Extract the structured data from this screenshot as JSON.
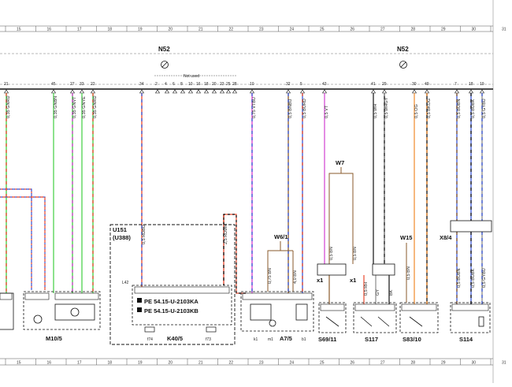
{
  "ruler": {
    "columns": [
      "15",
      "16",
      "17",
      "18",
      "19",
      "20",
      "21",
      "22",
      "23",
      "24",
      "25",
      "26",
      "27",
      "28",
      "29",
      "30",
      "31"
    ]
  },
  "bus": {
    "n52_left_label": "N52",
    "n52_right_label": "N52",
    "not_used_label": "Not used",
    "bus_pins_left": [
      "21",
      "45",
      "27",
      "33",
      "22",
      "34",
      "2",
      "4",
      "6",
      "8",
      "10",
      "16",
      "18",
      "20",
      "23",
      "25",
      "28"
    ],
    "bus_pins_right": [
      "10",
      "32",
      "5",
      "43",
      "41",
      "29",
      "30",
      "49",
      "7",
      "18",
      "19"
    ]
  },
  "colors": {
    "red": "#e8492e",
    "green": "#3fcf3f",
    "blue": "#3b57d6",
    "violet": "#d23fd2",
    "orange": "#f0892a",
    "gray": "#8a8a8a",
    "black": "#111111",
    "brown": "#8a5a2b"
  },
  "wires": [
    {
      "id": "w1",
      "label": "0,35 GNRD"
    },
    {
      "id": "w2",
      "label": "0,35 GNBN"
    },
    {
      "id": "w3",
      "label": "0,35 GNVT"
    },
    {
      "id": "w4",
      "label": "0,35 GNYE"
    },
    {
      "id": "w5",
      "label": "0,35 GNRD"
    },
    {
      "id": "w6",
      "label": "0,75 VTBU"
    },
    {
      "id": "w7",
      "label": "0,5 BNBU"
    },
    {
      "id": "w8",
      "label": "0,5 BURD"
    },
    {
      "id": "w9",
      "label": "0,5 VT"
    },
    {
      "id": "w10",
      "label": "0,5 WH"
    },
    {
      "id": "w11",
      "label": "0,5 WHGY"
    },
    {
      "id": "w12",
      "label": "0,5 OG"
    },
    {
      "id": "w13",
      "label": "0,5 BKOG"
    },
    {
      "id": "w14",
      "label": "0,5 BUBN"
    },
    {
      "id": "w15",
      "label": "0,5 BUBK"
    },
    {
      "id": "w16",
      "label": "0,5 GYBU"
    },
    {
      "id": "w17",
      "label": "0,5 RDBU"
    },
    {
      "id": "w18",
      "label": "2,5 RDWH"
    },
    {
      "id": "w19",
      "label": "0,75 BN"
    },
    {
      "id": "w20",
      "label": "4,0 BN"
    },
    {
      "id": "w21",
      "label": "0,5 BN"
    },
    {
      "id": "w22",
      "label": "0,5 BN"
    },
    {
      "id": "w23",
      "label": "0,5 BN"
    },
    {
      "id": "w24",
      "label": "0,5 RH"
    },
    {
      "id": "w25",
      "label": "0,5 BUBN"
    },
    {
      "id": "w26",
      "label": "0,5 BUBK"
    },
    {
      "id": "w27",
      "label": "0,5 GYBU"
    },
    {
      "id": "w28",
      "label": "GY"
    },
    {
      "id": "w29",
      "label": "BK"
    }
  ],
  "components": {
    "u151": "U151",
    "u388": "(U388)",
    "l42": "L42",
    "pe1": "PE  54.15-U-2103KA",
    "pe2": "PE  54.15-U-2103KB",
    "f74": "f74",
    "f73": "f73",
    "k40": "K40/5",
    "m10": "M10/5",
    "w61": "W6/1",
    "a75": "A7/5",
    "k1": "k1",
    "m1": "m1",
    "w7": "W7",
    "w15": "W15",
    "x1a": "x1",
    "x1b": "x1",
    "x84": "X8/4",
    "s6911": "S69/11",
    "s117": "S117",
    "s8310": "S83/10",
    "s114": "S114"
  }
}
